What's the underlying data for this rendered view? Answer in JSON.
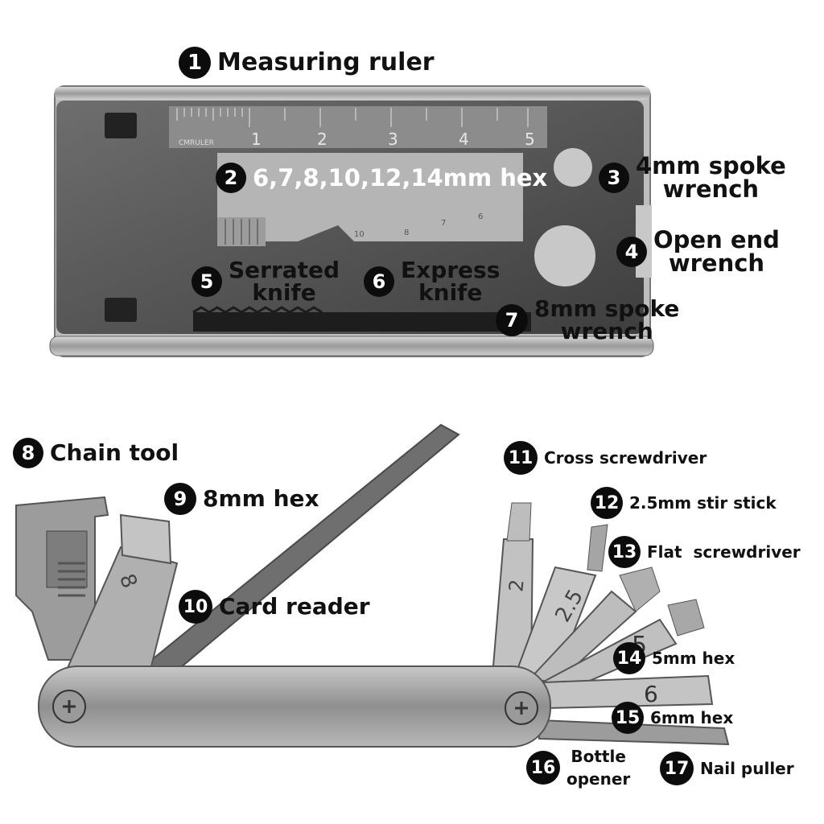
{
  "callouts": {
    "c1": {
      "num": "1",
      "text": "Measuring ruler"
    },
    "c2": {
      "num": "2",
      "text": "6,7,8,10,12,14mm hex"
    },
    "c3": {
      "num": "3",
      "line1": "4mm spoke",
      "line2": "wrench"
    },
    "c4": {
      "num": "4",
      "line1": "Open end",
      "line2": "wrench"
    },
    "c5": {
      "num": "5",
      "line1": "Serrated",
      "line2": "knife"
    },
    "c6": {
      "num": "6",
      "line1": "Express",
      "line2": "knife"
    },
    "c7": {
      "num": "7",
      "line1": "8mm spoke",
      "line2": "wrench"
    },
    "c8": {
      "num": "8",
      "text": "Chain tool"
    },
    "c9": {
      "num": "9",
      "text": "8mm hex"
    },
    "c10": {
      "num": "10",
      "text": "Card reader"
    },
    "c11": {
      "num": "11",
      "text": "Cross screwdriver"
    },
    "c12": {
      "num": "12",
      "text": "2.5mm stir stick"
    },
    "c13": {
      "num": "13",
      "text": "Flat  screwdriver"
    },
    "c14": {
      "num": "14",
      "text": "5mm hex"
    },
    "c15": {
      "num": "15",
      "text": "6mm hex"
    },
    "c16": {
      "num": "16",
      "line1": "Bottle",
      "line2": "opener"
    },
    "c17": {
      "num": "17",
      "text": "Nail puller"
    }
  },
  "tool_markings": {
    "ruler_brand": "CMRULER",
    "ruler_numbers": [
      "1",
      "2",
      "3",
      "4",
      "5"
    ],
    "hex_sizes": [
      "10",
      "8",
      "7",
      "6"
    ],
    "tool_8mm": "8",
    "tool_cross": "2",
    "tool_stir": "2.5",
    "tool_5mm": "5",
    "tool_6mm": "6"
  }
}
